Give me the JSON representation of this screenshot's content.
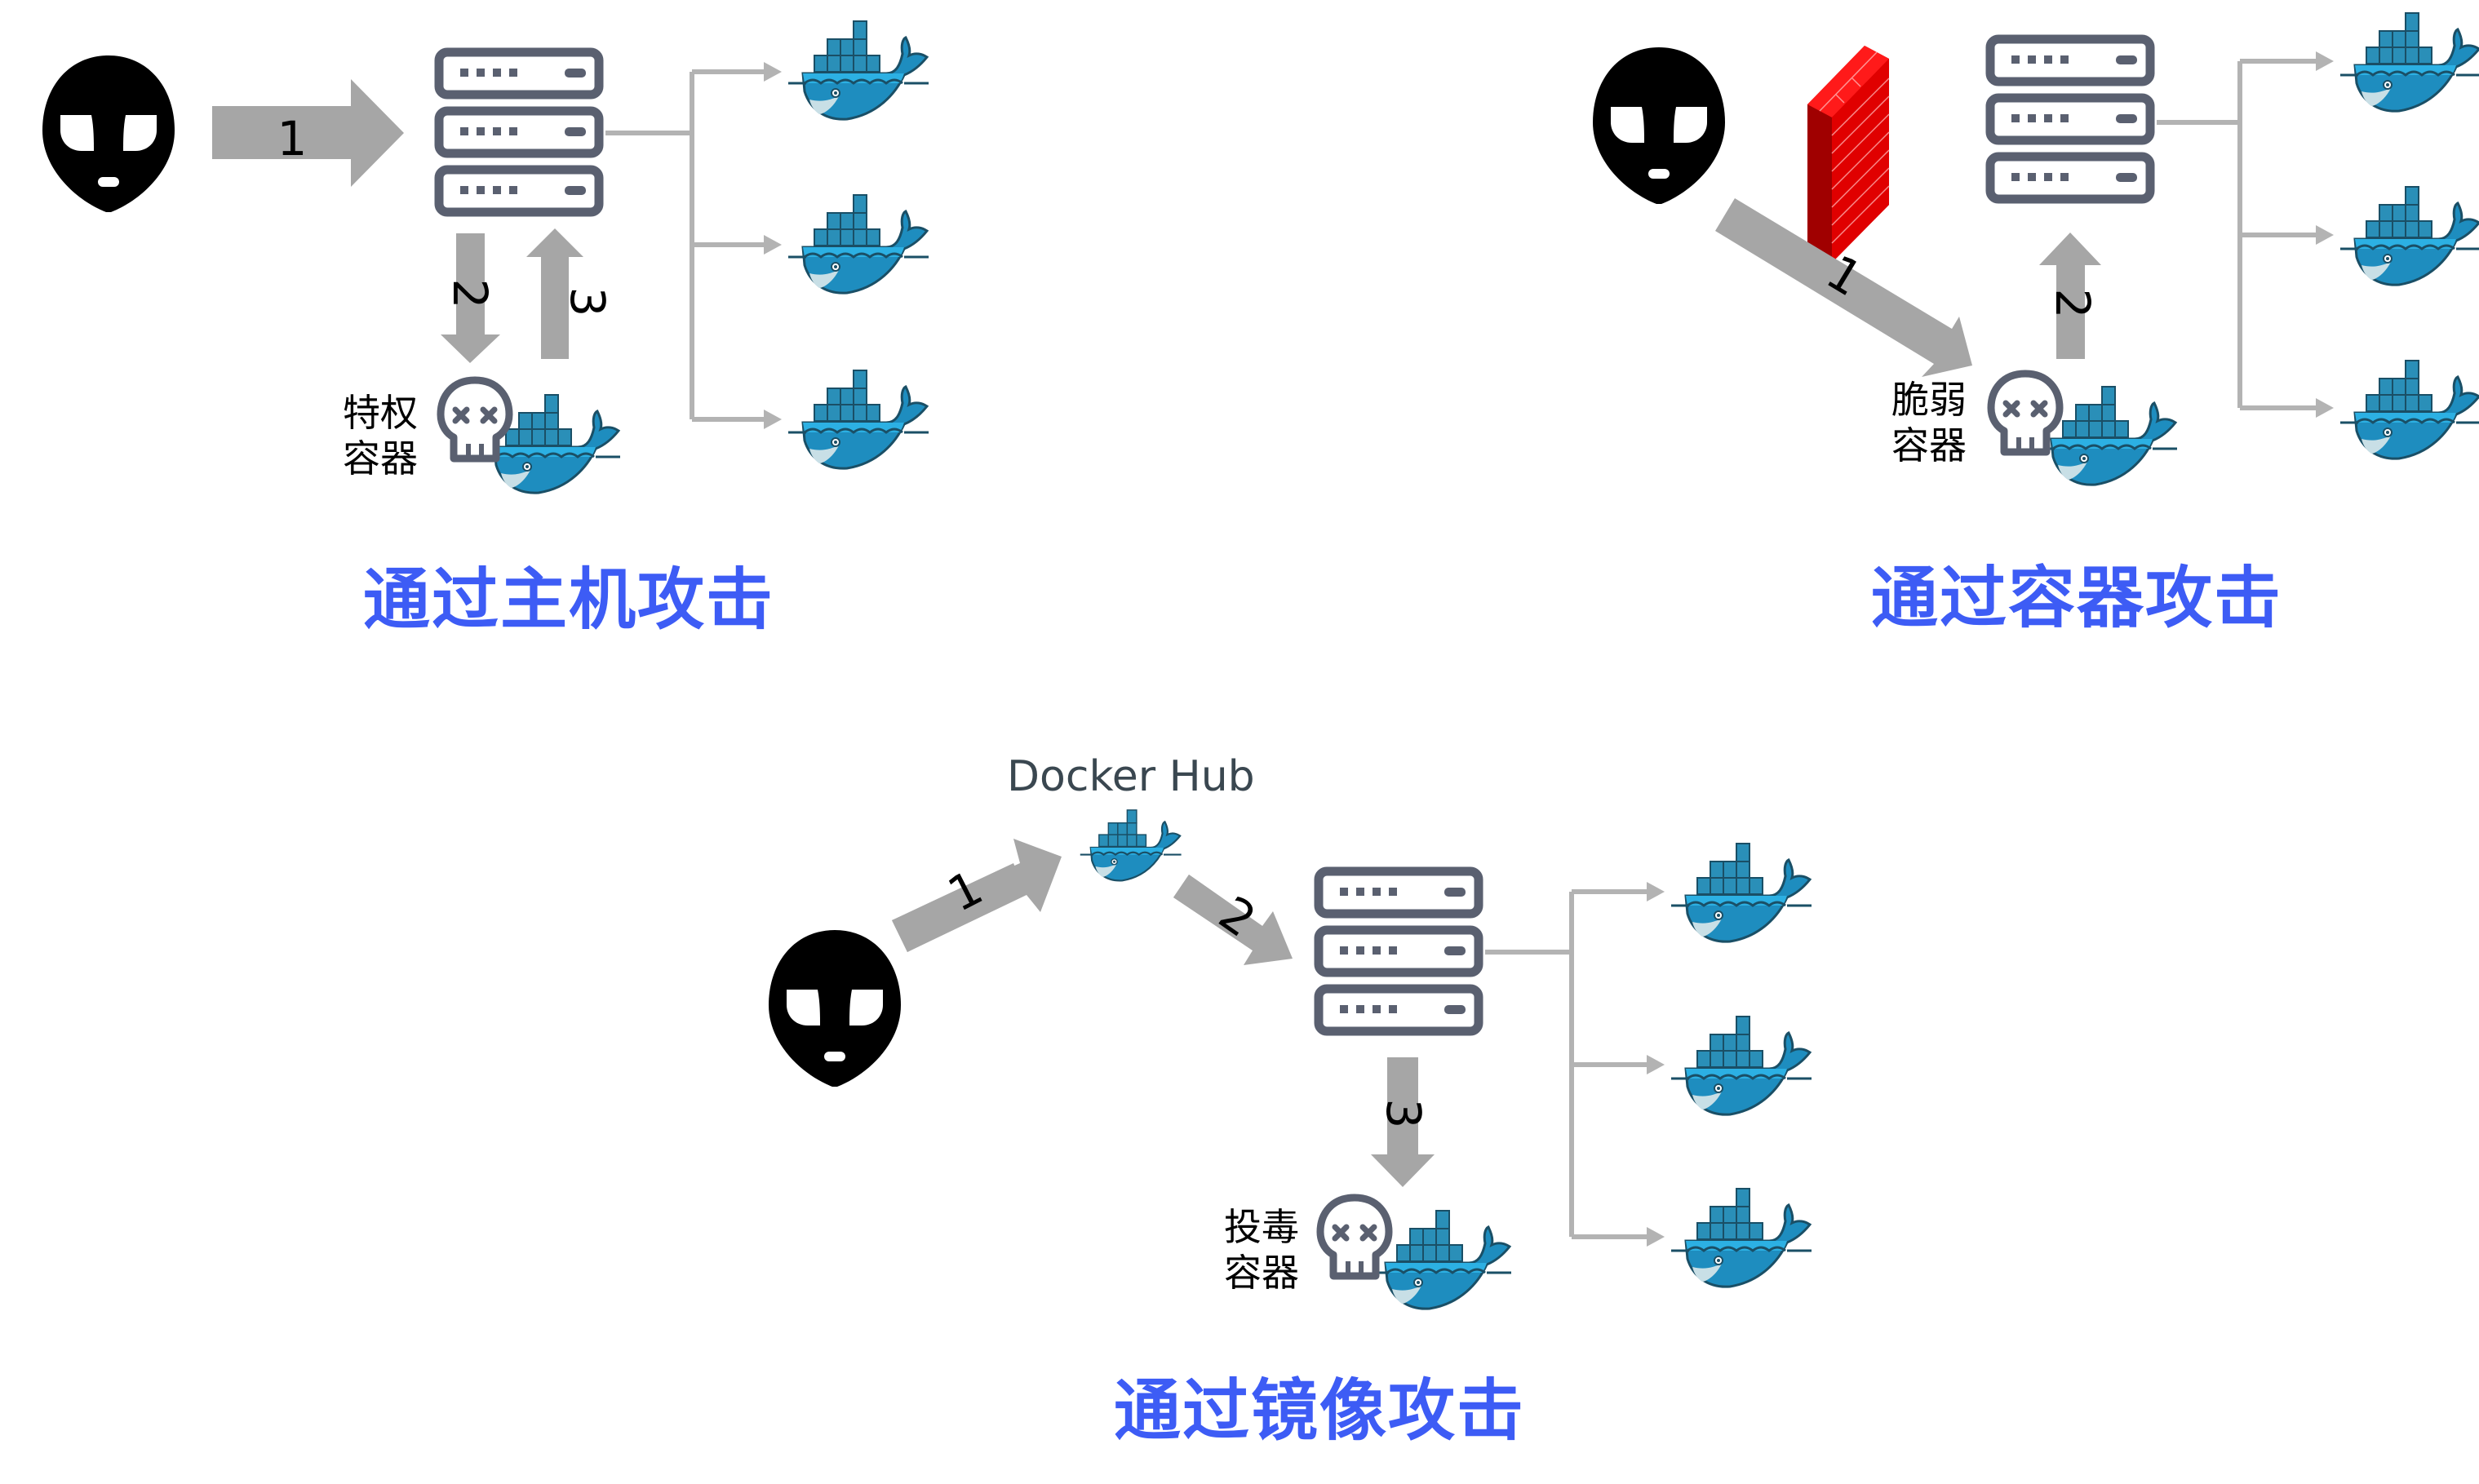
{
  "panels": [
    {
      "title": "通过主机攻击",
      "compromised_label_line1": "特权",
      "compromised_label_line2": "容器",
      "steps": [
        "1",
        "2",
        "3"
      ],
      "icons": [
        "alien-icon",
        "server-icon",
        "skull-icon",
        "docker-whale-icon"
      ]
    },
    {
      "title": "通过容器攻击",
      "compromised_label_line1": "脆弱",
      "compromised_label_line2": "容器",
      "steps": [
        "1",
        "2"
      ],
      "icons": [
        "alien-icon",
        "firewall-icon",
        "server-icon",
        "skull-icon",
        "docker-whale-icon"
      ]
    },
    {
      "title": "通过镜像攻击",
      "registry_label": "Docker Hub",
      "compromised_label_line1": "投毒",
      "compromised_label_line2": "容器",
      "steps": [
        "1",
        "2",
        "3"
      ],
      "icons": [
        "alien-icon",
        "docker-whale-icon",
        "server-icon",
        "skull-icon"
      ]
    }
  ],
  "colors": {
    "title": "#3d5cf5",
    "arrow": "#a6a6a6",
    "server": "#5a6070",
    "firewall": "#e00000",
    "whale_dark": "#1e7fb0",
    "whale_light": "#2cb0e3"
  }
}
